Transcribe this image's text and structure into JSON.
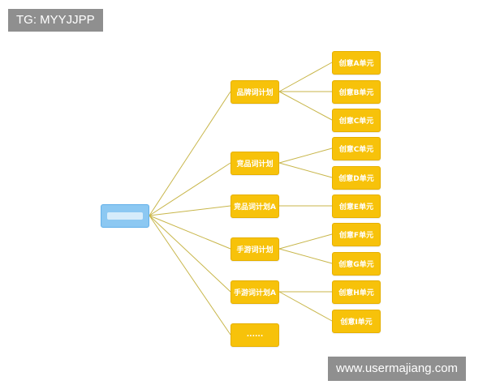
{
  "watermarks": {
    "top_left": "TG: MYYJJPP",
    "bottom_right": "www.usermajiang.com"
  },
  "root": {
    "label": ""
  },
  "plans": [
    {
      "label": "品牌词计划",
      "units": [
        "创意A单元",
        "创意B单元",
        "创意C单元"
      ]
    },
    {
      "label": "竞品词计划",
      "units": [
        "创意C单元",
        "创意D单元"
      ]
    },
    {
      "label": "竞品词计划A",
      "units": [
        "创意E单元"
      ]
    },
    {
      "label": "手游词计划",
      "units": [
        "创意F单元",
        "创意G单元"
      ]
    },
    {
      "label": "手游词计划A",
      "units": [
        "创意H单元",
        "创意I单元"
      ]
    },
    {
      "label": "......",
      "units": []
    }
  ],
  "colors": {
    "node_fill": "#f7c20a",
    "root_fill": "#8cc8f2",
    "connector": "#c8b64a",
    "watermark_bg": "#8f8f8f"
  }
}
